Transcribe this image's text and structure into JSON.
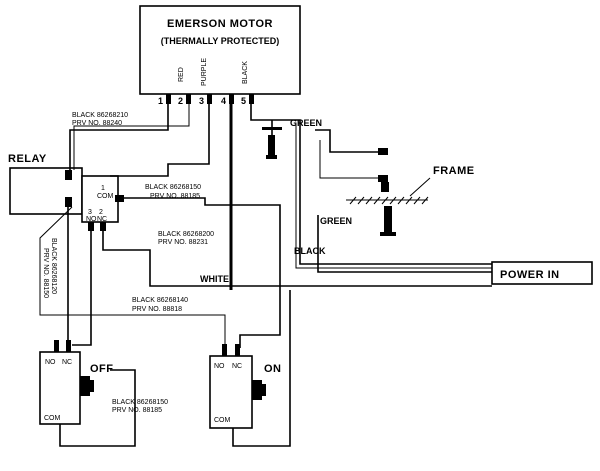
{
  "motor": {
    "title": "EMERSON MOTOR",
    "subtitle": "(THERMALLY PROTECTED)",
    "wire_colors": [
      "RED",
      "PURPLE",
      "BLACK"
    ],
    "terminals": [
      "1",
      "2",
      "3",
      "4",
      "5"
    ]
  },
  "relay": {
    "label": "RELAY",
    "terminals": {
      "com_num": "1",
      "com": "COM",
      "no_num": "3",
      "no": "NO",
      "nc_num": "2",
      "nc": "NC"
    }
  },
  "wires": {
    "black_1_color": "BLACK 86268210",
    "black_1_part": "PRV NO. 88240",
    "black_2_color": "BLACK 86268150",
    "black_2_part": "PRV NO. 88185",
    "black_3_color": "BLACK 86268200",
    "black_3_part": "PRV NO. 88231",
    "black_4_color": "BLACK 86268120",
    "black_4_part": "PRV NO. 88150",
    "black_5_color": "BLACK 86268140",
    "black_5_part": "PRV NO. 88818",
    "black_6_color": "BLACK 86268150",
    "black_6_part": "PRV NO. 88185",
    "green_upper": "GREEN",
    "green_lower": "GREEN",
    "black_main": "BLACK",
    "white_main": "WHITE"
  },
  "frame": {
    "label": "FRAME"
  },
  "power": {
    "label": "POWER IN"
  },
  "switches": {
    "off": {
      "label": "OFF",
      "no": "NO",
      "nc": "NC",
      "com": "COM"
    },
    "on": {
      "label": "ON",
      "no": "NO",
      "nc": "NC",
      "com": "COM"
    }
  }
}
